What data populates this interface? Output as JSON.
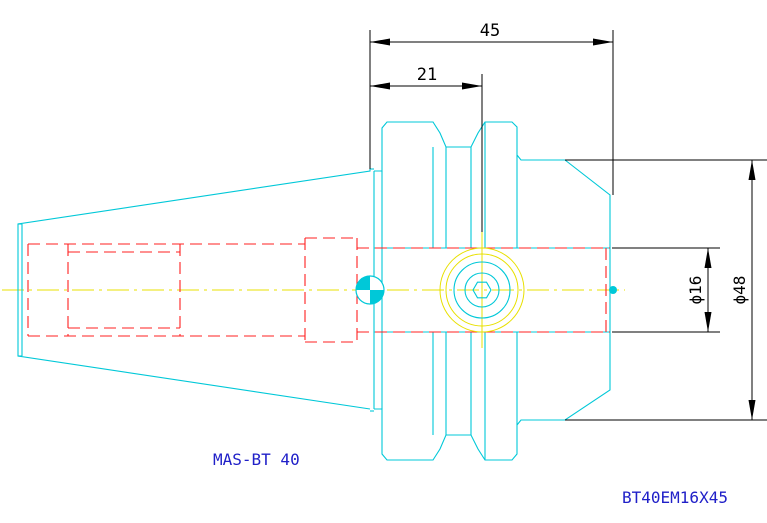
{
  "dimensions": {
    "overall_length": "45",
    "gauge_length": "21",
    "bore_diameter": "ϕ16",
    "flange_diameter": "ϕ48"
  },
  "labels": {
    "taper_spec": "MAS-BT 40",
    "model": "BT40EM16X45"
  },
  "colors": {
    "outline": "#00c8d8",
    "hidden": "#ff2020",
    "centerline": "#e8e000",
    "dimension": "#000000",
    "label": "#2020c8"
  }
}
